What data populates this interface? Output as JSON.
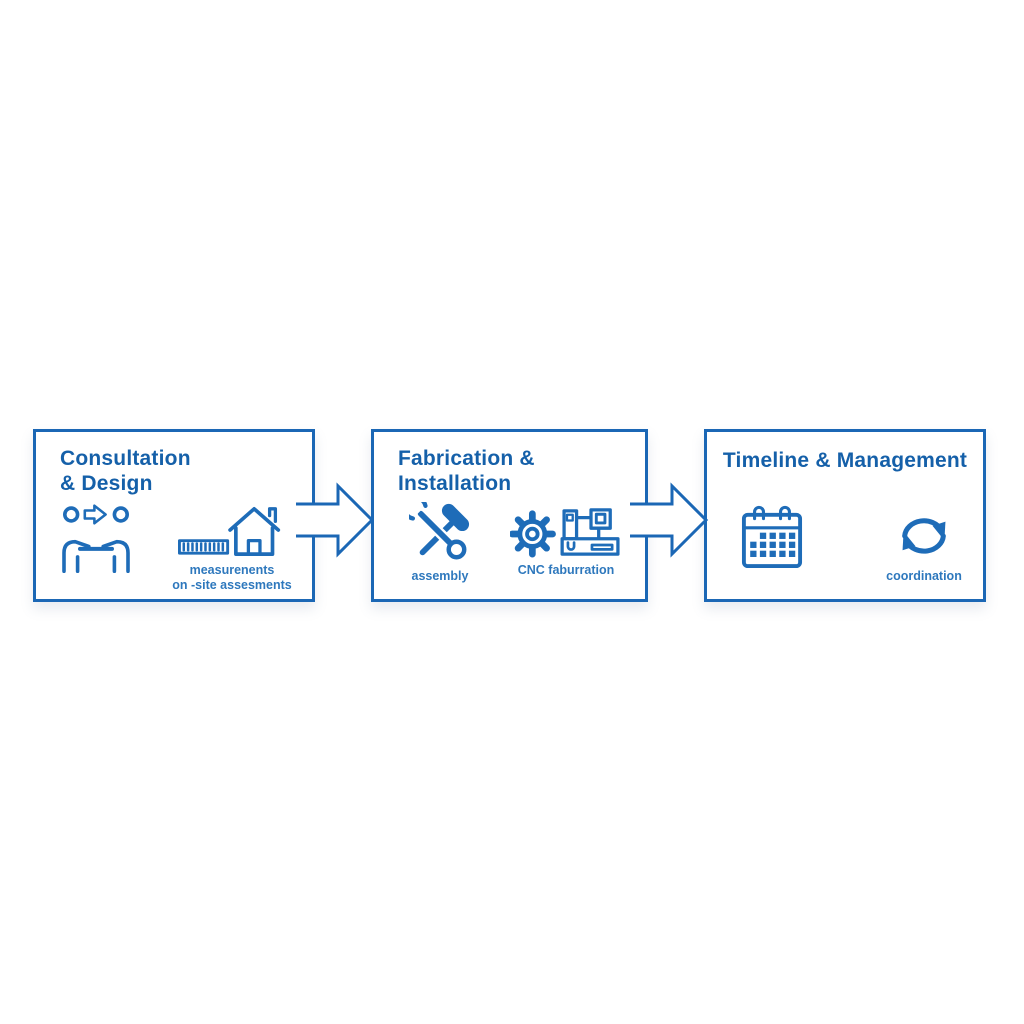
{
  "colors": {
    "accent_border": "#1b67b5",
    "title_text": "#1560a9",
    "icon_stroke": "#1e6cb8",
    "label_text": "#2e78bd",
    "background": "#ffffff"
  },
  "connector_style": "right-block-arrow-outline",
  "steps": [
    {
      "title_line1": "Consultation",
      "title_line2": "& Design",
      "icons": [
        "consultation-people-icon",
        "ruler-icon",
        "house-icon"
      ],
      "measurements_label_line1": "measurenents",
      "measurements_label_line2": "on -site assesments"
    },
    {
      "title_line1": "Fabrication &",
      "title_line2": "Installation",
      "icons": [
        "wrench-hammer-icon",
        "gear-icon",
        "cnc-machine-icon"
      ],
      "assembly_label": "assembly",
      "cnc_label": "CNC faburration"
    },
    {
      "title_line1": "Timeline & Management",
      "title_line2": "",
      "icons": [
        "calendar-icon",
        "sync-arrows-icon"
      ],
      "coordination_label": "coordination"
    }
  ]
}
